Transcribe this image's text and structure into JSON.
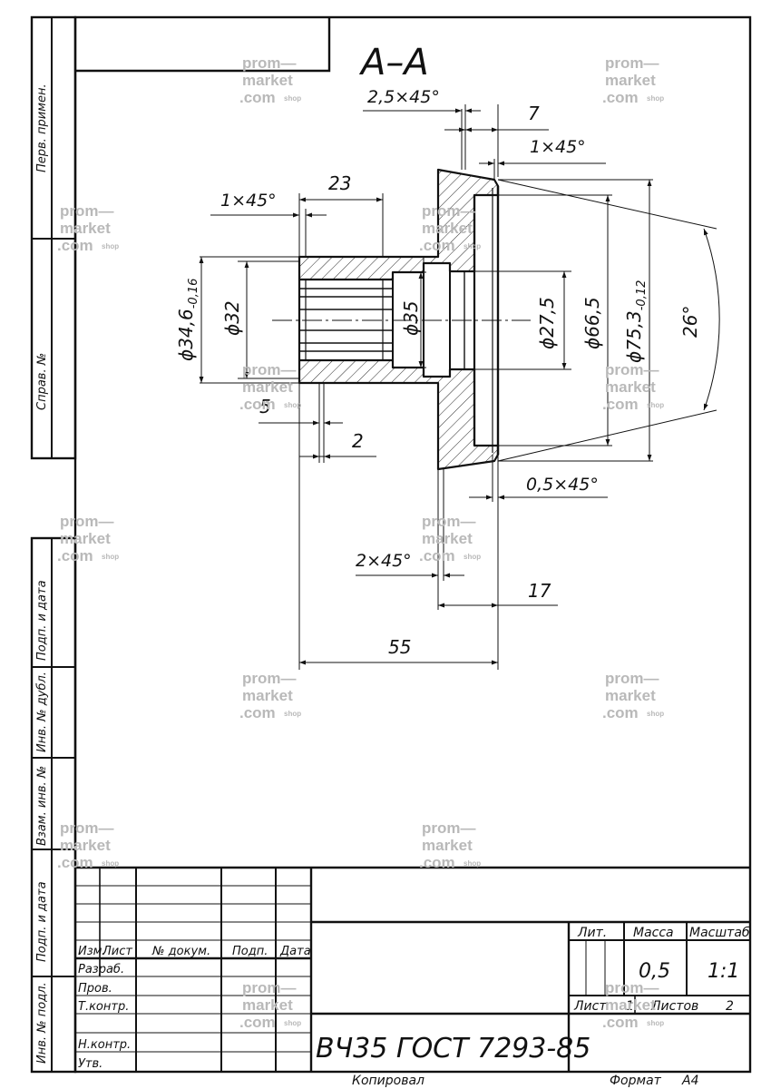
{
  "section_label": "А–А",
  "dimensions": {
    "chamfer_top_left": "2,5×45°",
    "width_7": "7",
    "chamfer_top_right": "1×45°",
    "chamfer_shaft": "1×45°",
    "len_23": "23",
    "dia_34_6_base": "ϕ34,6",
    "dia_34_6_tol": "-0,16",
    "dia_32": "ϕ32",
    "dia_35": "ϕ35",
    "dia_27_5": "ϕ27,5",
    "dia_66_5": "ϕ66,5",
    "dia_75_3_base": "ϕ75,3",
    "dia_75_3_tol": "-0,12",
    "angle_26": "26°",
    "len_5": "5",
    "len_2": "2",
    "chamfer_0_5": "0,5×45°",
    "chamfer_2": "2×45°",
    "len_17": "17",
    "len_55": "55"
  },
  "side_stamp": {
    "perv_primen": "Перв. примен.",
    "sprav_no": "Справ. №",
    "podp_data_1": "Подп. и дата",
    "inv_dubl": "Инв. № дубл.",
    "vzam_inv": "Взам. инв. №",
    "podp_data_2": "Подп. и дата",
    "inv_podl": "Инв. № подл."
  },
  "title_block": {
    "col_izm": "Изм.",
    "col_list": "Лист",
    "col_dokum": "№ докум.",
    "col_podp": "Подп.",
    "col_data": "Дата",
    "razrab": "Разраб.",
    "prov": "Пров.",
    "tkontr": "Т.контр.",
    "nkontr": "Н.контр.",
    "utv": "Утв.",
    "lit": "Лит.",
    "massa": "Масса",
    "masshtab": "Масштаб",
    "mass_value": "0,5",
    "scale_value": "1:1",
    "sheet_label": "Лист",
    "sheet_value": "1",
    "sheets_label": "Листов",
    "sheets_value": "2",
    "material": "ВЧ35 ГОСТ 7293-85"
  },
  "footer": {
    "kopiroval": "Копировал",
    "format_label": "Формат",
    "format_value": "А4"
  },
  "watermark": {
    "line1": "prom—",
    "line2": "market",
    "line3": ".com",
    "suffix": "shop"
  }
}
